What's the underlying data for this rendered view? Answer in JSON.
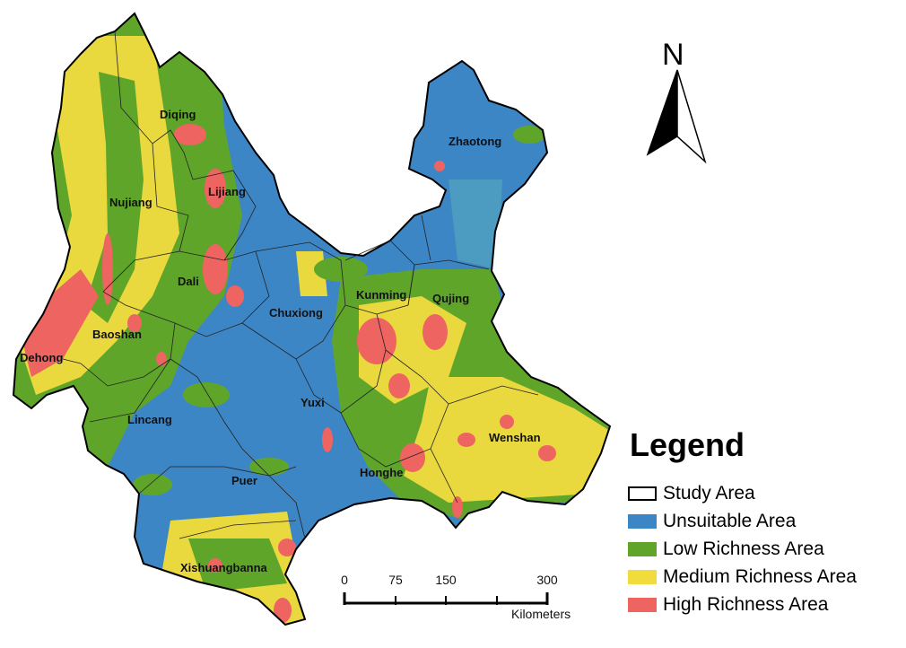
{
  "north_label": "N",
  "regions": [
    {
      "key": "diqing",
      "label": "Diqing"
    },
    {
      "key": "zhaotong",
      "label": "Zhaotong"
    },
    {
      "key": "lijiang",
      "label": "Lijiang"
    },
    {
      "key": "nujiang",
      "label": "Nujiang"
    },
    {
      "key": "dali",
      "label": "Dali"
    },
    {
      "key": "kunming",
      "label": "Kunming"
    },
    {
      "key": "qujing",
      "label": "Qujing"
    },
    {
      "key": "chuxiong",
      "label": "Chuxiong"
    },
    {
      "key": "baoshan",
      "label": "Baoshan"
    },
    {
      "key": "dehong",
      "label": "Dehong"
    },
    {
      "key": "yuxi",
      "label": "Yuxi"
    },
    {
      "key": "lincang",
      "label": "Lincang"
    },
    {
      "key": "wenshan",
      "label": "Wenshan"
    },
    {
      "key": "honghe",
      "label": "Honghe"
    },
    {
      "key": "puer",
      "label": "Puer"
    },
    {
      "key": "xishuangbanna",
      "label": "Xishuangbanna"
    }
  ],
  "scale_bar": {
    "ticks": [
      "0",
      "75",
      "150",
      "300"
    ],
    "unit": "Kilometers"
  },
  "legend": {
    "title": "Legend",
    "items": [
      {
        "label": "Study Area",
        "color": "#ffffff",
        "outline": true
      },
      {
        "label": "Unsuitable Area",
        "color": "#3d86c6"
      },
      {
        "label": "Low Richness Area",
        "color": "#5fa52a"
      },
      {
        "label": "Medium Richness Area",
        "color": "#f0dc3c"
      },
      {
        "label": "High Richness Area",
        "color": "#ee6461"
      }
    ]
  }
}
